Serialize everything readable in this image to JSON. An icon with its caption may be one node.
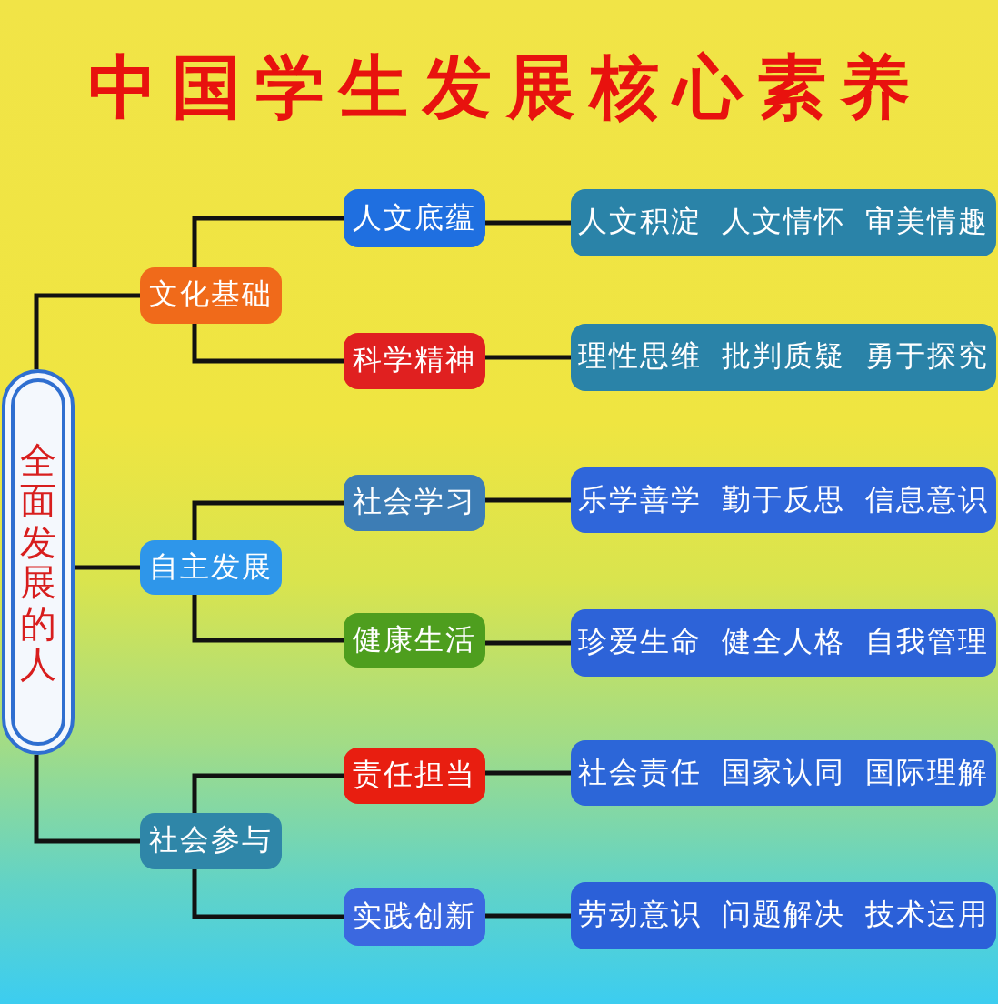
{
  "diagram": {
    "title": "中国学生发展核心素养",
    "nodes": [
      {
        "text": [
          "全面发展的人"
        ]
      },
      {
        "text": [
          "文化基础"
        ]
      },
      {
        "text": [
          "人文底蕴"
        ]
      },
      {
        "text": [
          "人文积淀 人文情怀 审美情趣"
        ]
      },
      {
        "text": [
          "科学精神"
        ]
      },
      {
        "text": [
          "理性思维 批判质疑 勇于探究"
        ]
      },
      {
        "text": [
          "自主发展"
        ]
      },
      {
        "text": [
          "社会学习"
        ]
      },
      {
        "text": [
          "乐学善学 勤于反思 信息意识"
        ]
      },
      {
        "text": [
          "健康生活"
        ]
      },
      {
        "text": [
          "珍爱生命 健全人格 自我管理"
        ]
      },
      {
        "text": [
          "社会参与"
        ]
      },
      {
        "text": [
          "责任担当"
        ]
      },
      {
        "text": [
          "社会责任 国家认同 国际理解"
        ]
      },
      {
        "text": [
          "实践创新"
        ]
      },
      {
        "text": [
          "劳动意识 问题解决 技术运用"
        ]
      }
    ],
    "edges": [
      {
        "from": 0,
        "to": 1,
        "arrow": "none"
      },
      {
        "from": 0,
        "to": 6,
        "arrow": "none"
      },
      {
        "from": 0,
        "to": 11,
        "arrow": "none"
      },
      {
        "from": 1,
        "to": 2,
        "arrow": "none"
      },
      {
        "from": 1,
        "to": 4,
        "arrow": "none"
      },
      {
        "from": 2,
        "to": 3,
        "arrow": "none"
      },
      {
        "from": 4,
        "to": 5,
        "arrow": "none"
      },
      {
        "from": 6,
        "to": 7,
        "arrow": "none"
      },
      {
        "from": 6,
        "to": 9,
        "arrow": "none"
      },
      {
        "from": 7,
        "to": 8,
        "arrow": "none"
      },
      {
        "from": 9,
        "to": 10,
        "arrow": "none"
      },
      {
        "from": 11,
        "to": 12,
        "arrow": "none"
      },
      {
        "from": 11,
        "to": 14,
        "arrow": "none"
      },
      {
        "from": 12,
        "to": 13,
        "arrow": "none"
      },
      {
        "from": 14,
        "to": 15,
        "arrow": "none"
      }
    ]
  }
}
